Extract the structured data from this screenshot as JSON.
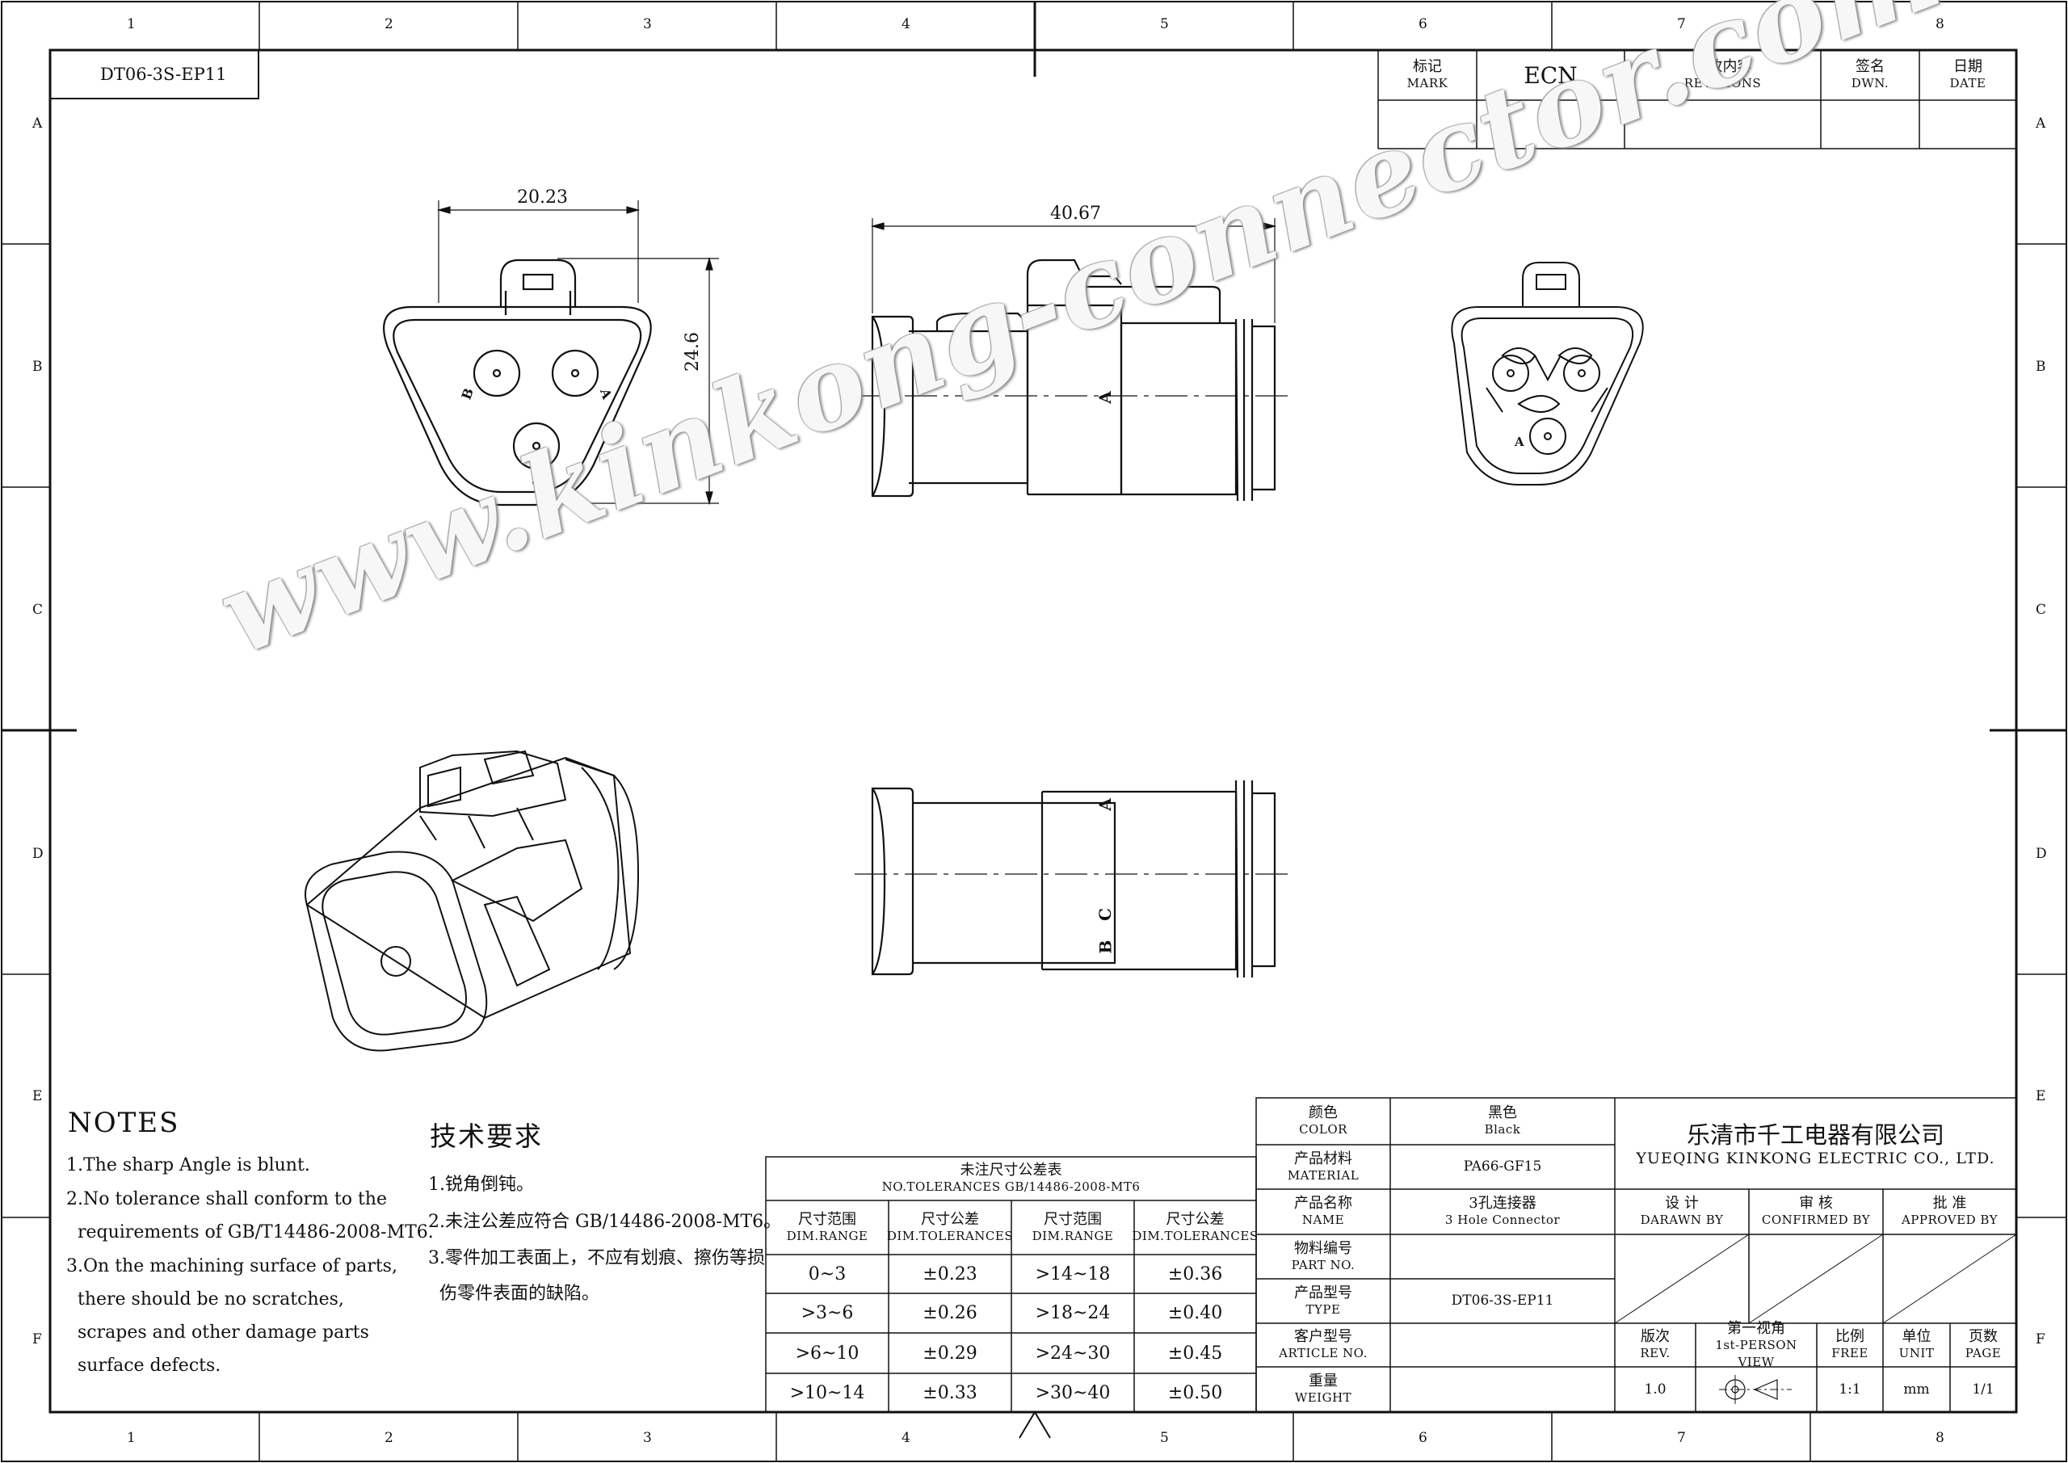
{
  "border": {
    "columns": [
      "1",
      "2",
      "3",
      "4",
      "5",
      "6",
      "7",
      "8"
    ],
    "rows": [
      "A",
      "B",
      "C",
      "D",
      "E",
      "F"
    ]
  },
  "drawing_id": "DT06-3S-EP11",
  "revision_table": {
    "mark_cn": "标记",
    "mark_en": "MARK",
    "ecn": "ECN",
    "revisions_cn": "修改内容",
    "revisions_en": "REVISIONS",
    "dwn_cn": "签名",
    "dwn_en": "DWN.",
    "date_cn": "日期",
    "date_en": "DATE"
  },
  "dimensions": {
    "front_width": "20.23",
    "front_height": "24.6",
    "side_length": "40.67"
  },
  "pin_labels": {
    "a": "A",
    "b": "B",
    "c": "C"
  },
  "watermark": "www.kinkong-connector.com",
  "notes_en": {
    "title": "NOTES",
    "items": [
      "1.The sharp Angle is blunt.",
      "2.No tolerance shall conform to the",
      "  requirements of GB/T14486-2008-MT6.",
      "3.On the machining surface of parts,",
      "  there should be no scratches,",
      "  scrapes and other damage parts",
      "  surface defects."
    ]
  },
  "notes_cn": {
    "title": "技术要求",
    "items": [
      "1.锐角倒钝。",
      "2.未注公差应符合 GB/14486-2008-MT6。",
      "3.零件加工表面上，不应有划痕、擦伤等损",
      "  伤零件表面的缺陷。"
    ]
  },
  "tolerance_table": {
    "title_cn": "未注尺寸公差表",
    "title_en": "NO.TOLERANCES GB/14486-2008-MT6",
    "headers": [
      {
        "cn": "尺寸范围",
        "en": "DIM.RANGE"
      },
      {
        "cn": "尺寸公差",
        "en": "DIM.TOLERANCES"
      },
      {
        "cn": "尺寸范围",
        "en": "DIM.RANGE"
      },
      {
        "cn": "尺寸公差",
        "en": "DIM.TOLERANCES"
      }
    ],
    "rows": [
      [
        "0~3",
        "±0.23",
        ">14~18",
        "±0.36"
      ],
      [
        ">3~6",
        "±0.26",
        ">18~24",
        "±0.40"
      ],
      [
        ">6~10",
        "±0.29",
        ">24~30",
        "±0.45"
      ],
      [
        ">10~14",
        "±0.33",
        ">30~40",
        "±0.50"
      ]
    ]
  },
  "title_block": {
    "color": {
      "cn": "颜色",
      "en": "COLOR",
      "value_cn": "黑色",
      "value_en": "Black"
    },
    "material": {
      "cn": "产品材料",
      "en": "MATERIAL",
      "value": "PA66-GF15"
    },
    "name": {
      "cn": "产品名称",
      "en": "NAME",
      "value_cn": "3孔连接器",
      "value_en": "3 Hole Connector"
    },
    "part_no": {
      "cn": "物料编号",
      "en": "PART NO.",
      "value": ""
    },
    "type": {
      "cn": "产品型号",
      "en": "TYPE",
      "value": "DT06-3S-EP11"
    },
    "article_no": {
      "cn": "客户型号",
      "en": "ARTICLE NO.",
      "value": ""
    },
    "weight": {
      "cn": "重量",
      "en": "WEIGHT",
      "value": ""
    },
    "company_cn": "乐清市千工电器有限公司",
    "company_en": "YUEQING KINKONG ELECTRIC CO., LTD.",
    "design": {
      "cn": "设 计",
      "en": "DARAWN BY"
    },
    "confirm": {
      "cn": "审 核",
      "en": "CONFIRMED BY"
    },
    "approve": {
      "cn": "批 准",
      "en": "APPROVED BY"
    },
    "rev": {
      "cn": "版次",
      "en": "REV.",
      "value": "1.0"
    },
    "view": {
      "cn": "第一视角",
      "en": "1st-PERSON VIEW"
    },
    "scale": {
      "cn": "比例",
      "en": "FREE",
      "value": "1:1"
    },
    "unit": {
      "cn": "单位",
      "en": "UNIT",
      "value": "mm"
    },
    "page": {
      "cn": "页数",
      "en": "PAGE",
      "value": "1/1"
    }
  }
}
